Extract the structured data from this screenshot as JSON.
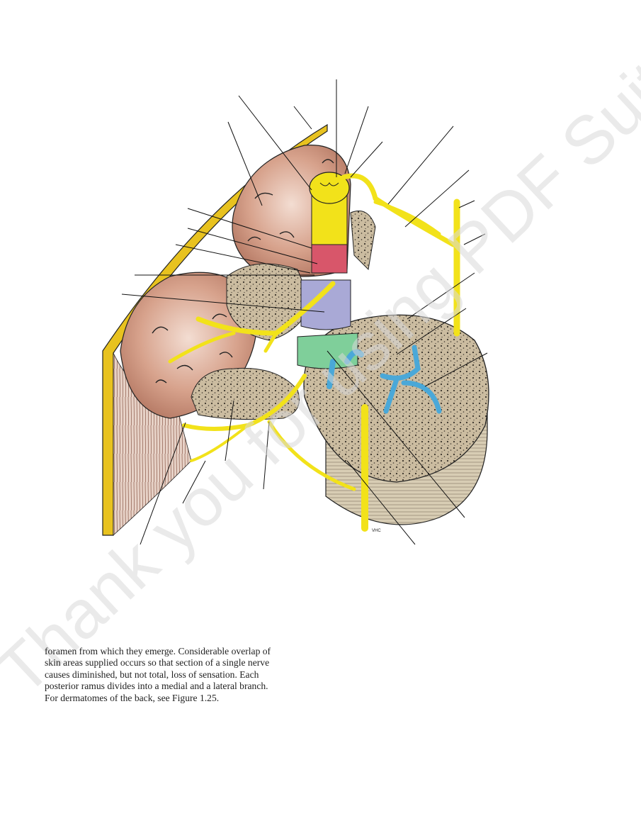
{
  "figure": {
    "artist_initials": "VHC"
  },
  "watermark": {
    "text": "Thank you for using PDF Suite",
    "color": "#d9d9d9"
  },
  "caption": {
    "lines": [
      "foramen from which they emerge. Considerable overlap of",
      "skin areas supplied occurs so that section of a single nerve",
      "causes diminished, but not total, loss of sensation. Each",
      "posterior ramus divides into a medial and a lateral branch.",
      "For dermatomes of the back, see Figure 1.25."
    ]
  },
  "colors": {
    "skin_yellow": "#e8c21f",
    "muscle": "#c98b72",
    "nerve": "#f2e21a",
    "bone": "#c9b99b",
    "dura_blue": "#a9a9d6",
    "arachnoid_green": "#7fcf9a",
    "vein_blue": "#4aa8d8",
    "pia_red": "#d8566a"
  }
}
